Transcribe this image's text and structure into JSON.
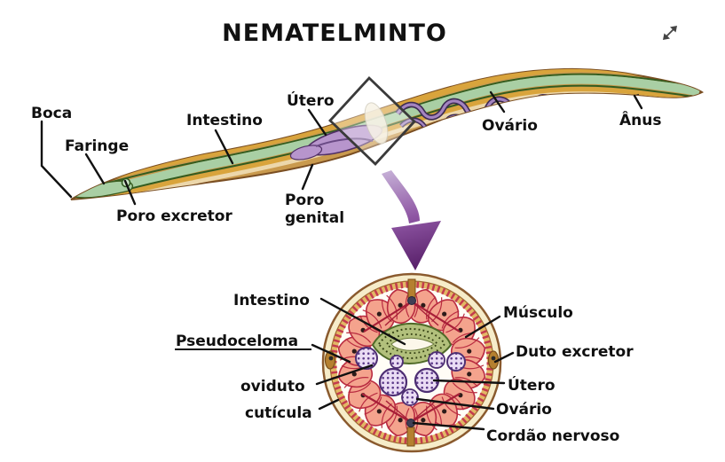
{
  "title": "NEMATELMINTO",
  "worm_labels": {
    "boca": "Boca",
    "faringe": "Faringe",
    "poro_excretor": "Poro excretor",
    "intestino": "Intestino",
    "utero": "Útero",
    "poro_genital_1": "Poro",
    "poro_genital_2": "genital",
    "ovario": "Ovário",
    "anus": "Ânus"
  },
  "cross_section_labels": {
    "intestino": "Intestino",
    "pseudoceloma": "Pseudoceloma",
    "oviduto": "oviduto",
    "cuticula": "cutícula",
    "musculo": "Músculo",
    "duto_excretor": "Duto excretor",
    "utero": "Útero",
    "ovario": "Ovário",
    "cordao_nervoso": "Cordão nervoso"
  },
  "colors": {
    "background": "#ffffff",
    "label_text": "#101010",
    "body_tan": "#c99a4e",
    "body_outline": "#7a4e22",
    "stripe_gold": "#d9a43c",
    "stripe_dark_green": "#335c1f",
    "intestine_green": "#a9cfa4",
    "uterus_purple": "#b795cc",
    "ovary_purple_dark": "#3d2b52",
    "arrow_purple": "#8e55a3",
    "cuticle_cream": "#f6ecc9",
    "ring_gold": "#daa64d",
    "muscle_red": "#b92c41",
    "muscle_pink": "#f4a38d",
    "nerve_gray": "#3f3f55",
    "organ_purple": "#5f3d8c",
    "cs_intestine_green": "#b2c07c"
  }
}
